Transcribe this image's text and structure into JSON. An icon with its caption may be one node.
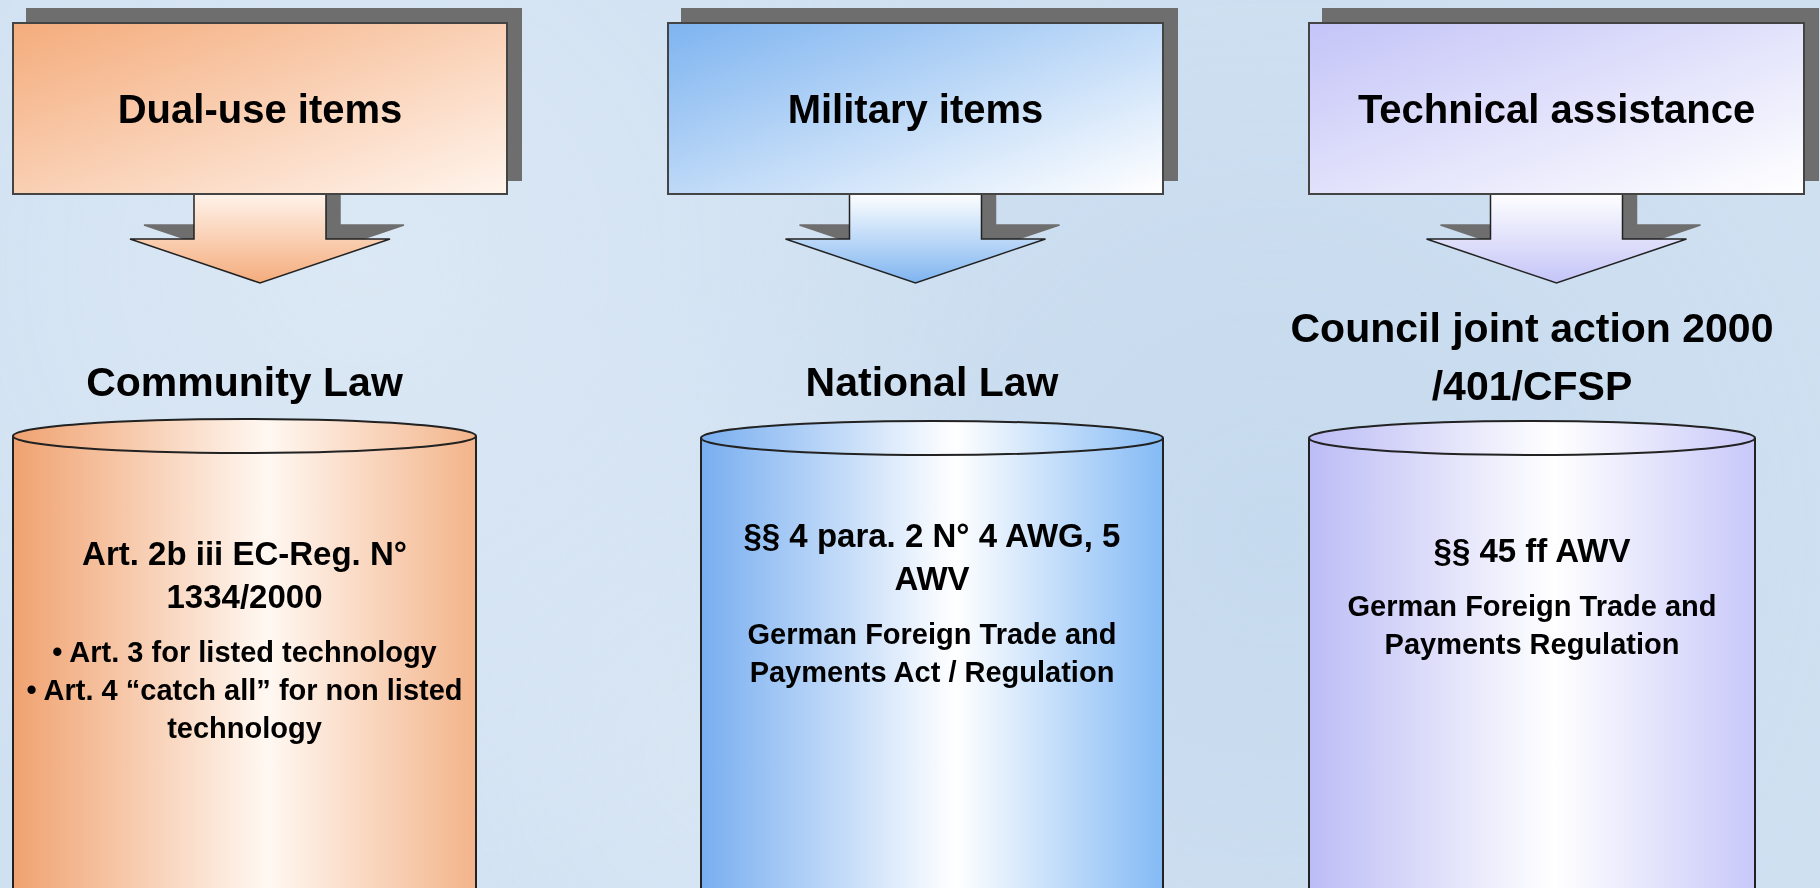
{
  "diagram": {
    "nodes": [
      {
        "text": [
          "Dual-use items"
        ]
      },
      {
        "text": [
          "Military items"
        ]
      },
      {
        "text": [
          "Technical assistance"
        ]
      },
      {
        "text": [
          "Community Law",
          "Art. 2b iii EC-Reg. N° 1334/2000",
          "• Art. 3 for listed technology",
          "• Art. 4 “catch all” for non listed technology"
        ]
      },
      {
        "text": [
          "National Law",
          "§§ 4 para. 2 N° 4 AWG, 5 AWV",
          "German Foreign Trade and Payments Act / Regulation"
        ]
      },
      {
        "text": [
          "Council joint action 2000 /401/CFSP",
          "§§ 45 ff AWV",
          "German Foreign Trade and Payments Regulation"
        ]
      }
    ],
    "edges": [
      {
        "from": 0,
        "to": 3,
        "arrow": "to"
      },
      {
        "from": 1,
        "to": 4,
        "arrow": "to"
      },
      {
        "from": 2,
        "to": 5,
        "arrow": "to"
      }
    ]
  }
}
